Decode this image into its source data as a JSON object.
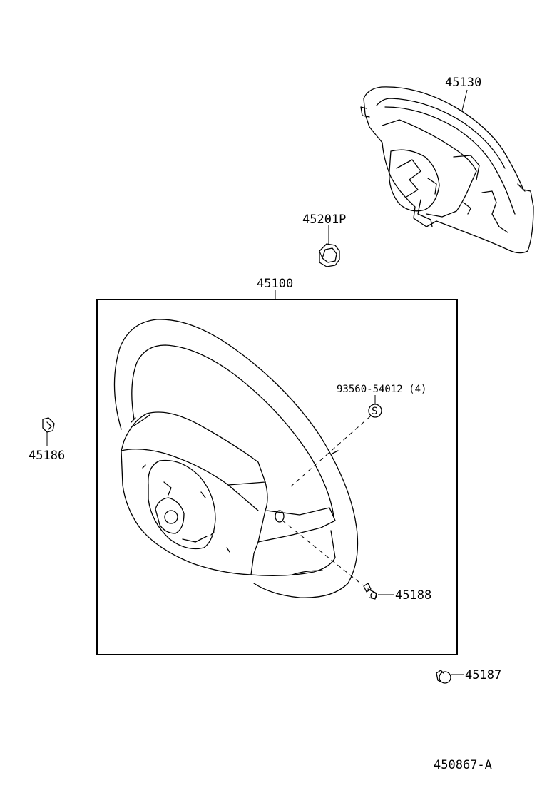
{
  "diagram": {
    "parts": [
      {
        "id": "45130",
        "label": "45130"
      },
      {
        "id": "45201P",
        "label": "45201P"
      },
      {
        "id": "45100",
        "label": "45100"
      },
      {
        "id": "93560-54012",
        "label": "93560-54012 (4)"
      },
      {
        "id": "45186",
        "label": "45186"
      },
      {
        "id": "45188",
        "label": "45188"
      },
      {
        "id": "45187",
        "label": "45187"
      }
    ],
    "screw_marker": "S",
    "drawing_number": "450867-A"
  }
}
